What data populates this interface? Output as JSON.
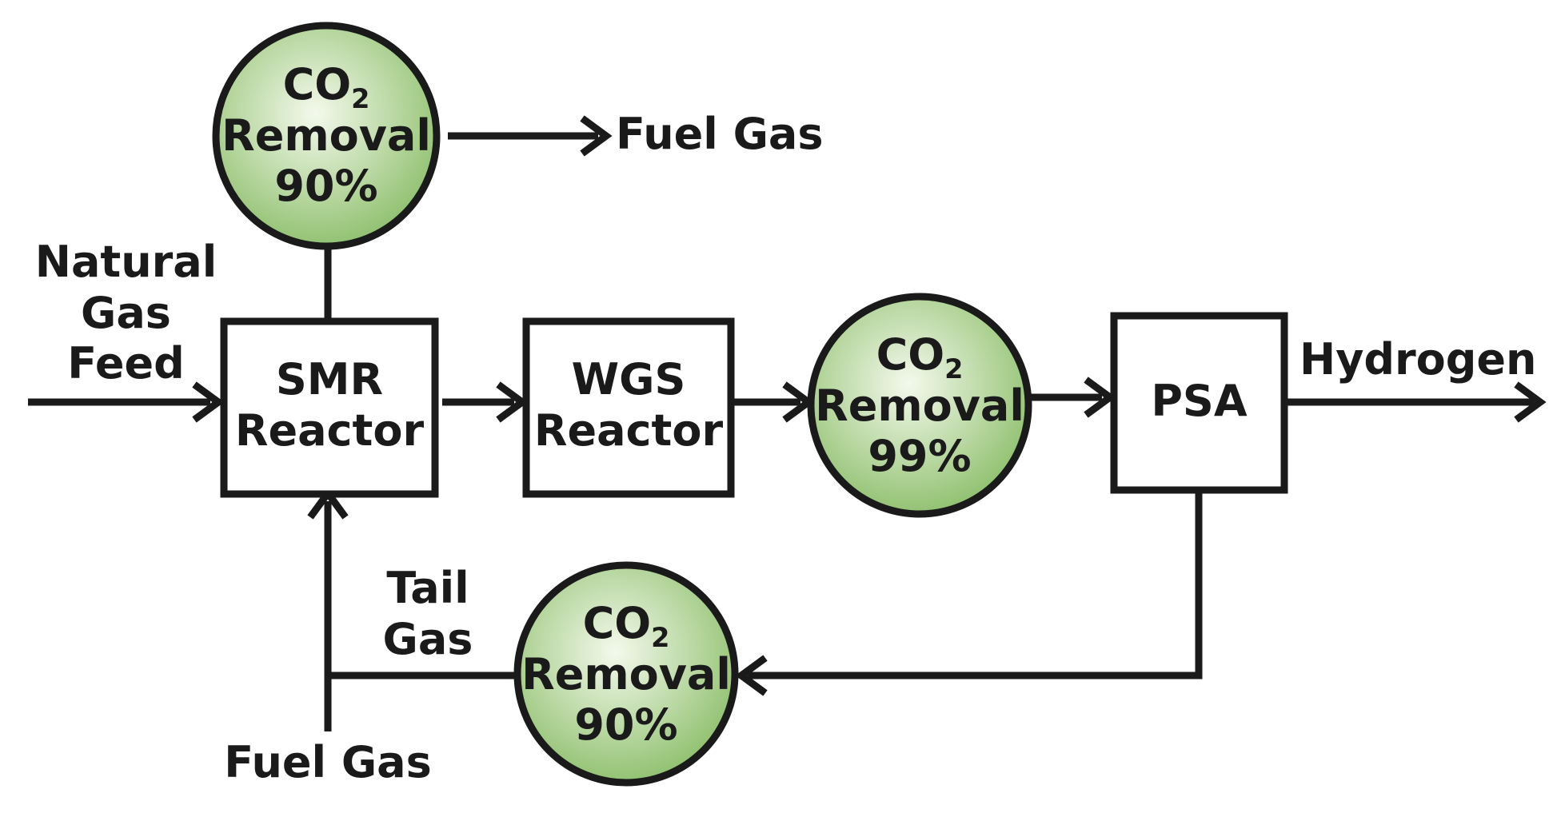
{
  "colors": {
    "stroke": "#1a1a1a",
    "circle_fill_inner": "#f4f9ec",
    "circle_fill_outer": "#8fc06e",
    "box_fill": "#ffffff"
  },
  "units": {
    "smr": {
      "line1": "SMR",
      "line2": "Reactor"
    },
    "wgs": {
      "line1": "WGS",
      "line2": "Reactor"
    },
    "psa": {
      "label": "PSA"
    },
    "co2_top": {
      "line1_main": "CO",
      "line1_sub": "2",
      "line2": "Removal",
      "line3": "90%"
    },
    "co2_mid": {
      "line1_main": "CO",
      "line1_sub": "2",
      "line2": "Removal",
      "line3": "99%"
    },
    "co2_bottom": {
      "line1_main": "CO",
      "line1_sub": "2",
      "line2": "Removal",
      "line3": "90%"
    }
  },
  "streams": {
    "feed": {
      "line1": "Natural",
      "line2": "Gas",
      "line3": "Feed"
    },
    "fuel_gas_out": "Fuel Gas",
    "hydrogen": "Hydrogen",
    "tail_gas": {
      "line1": "Tail",
      "line2": "Gas"
    },
    "fuel_gas_in": "Fuel Gas"
  }
}
